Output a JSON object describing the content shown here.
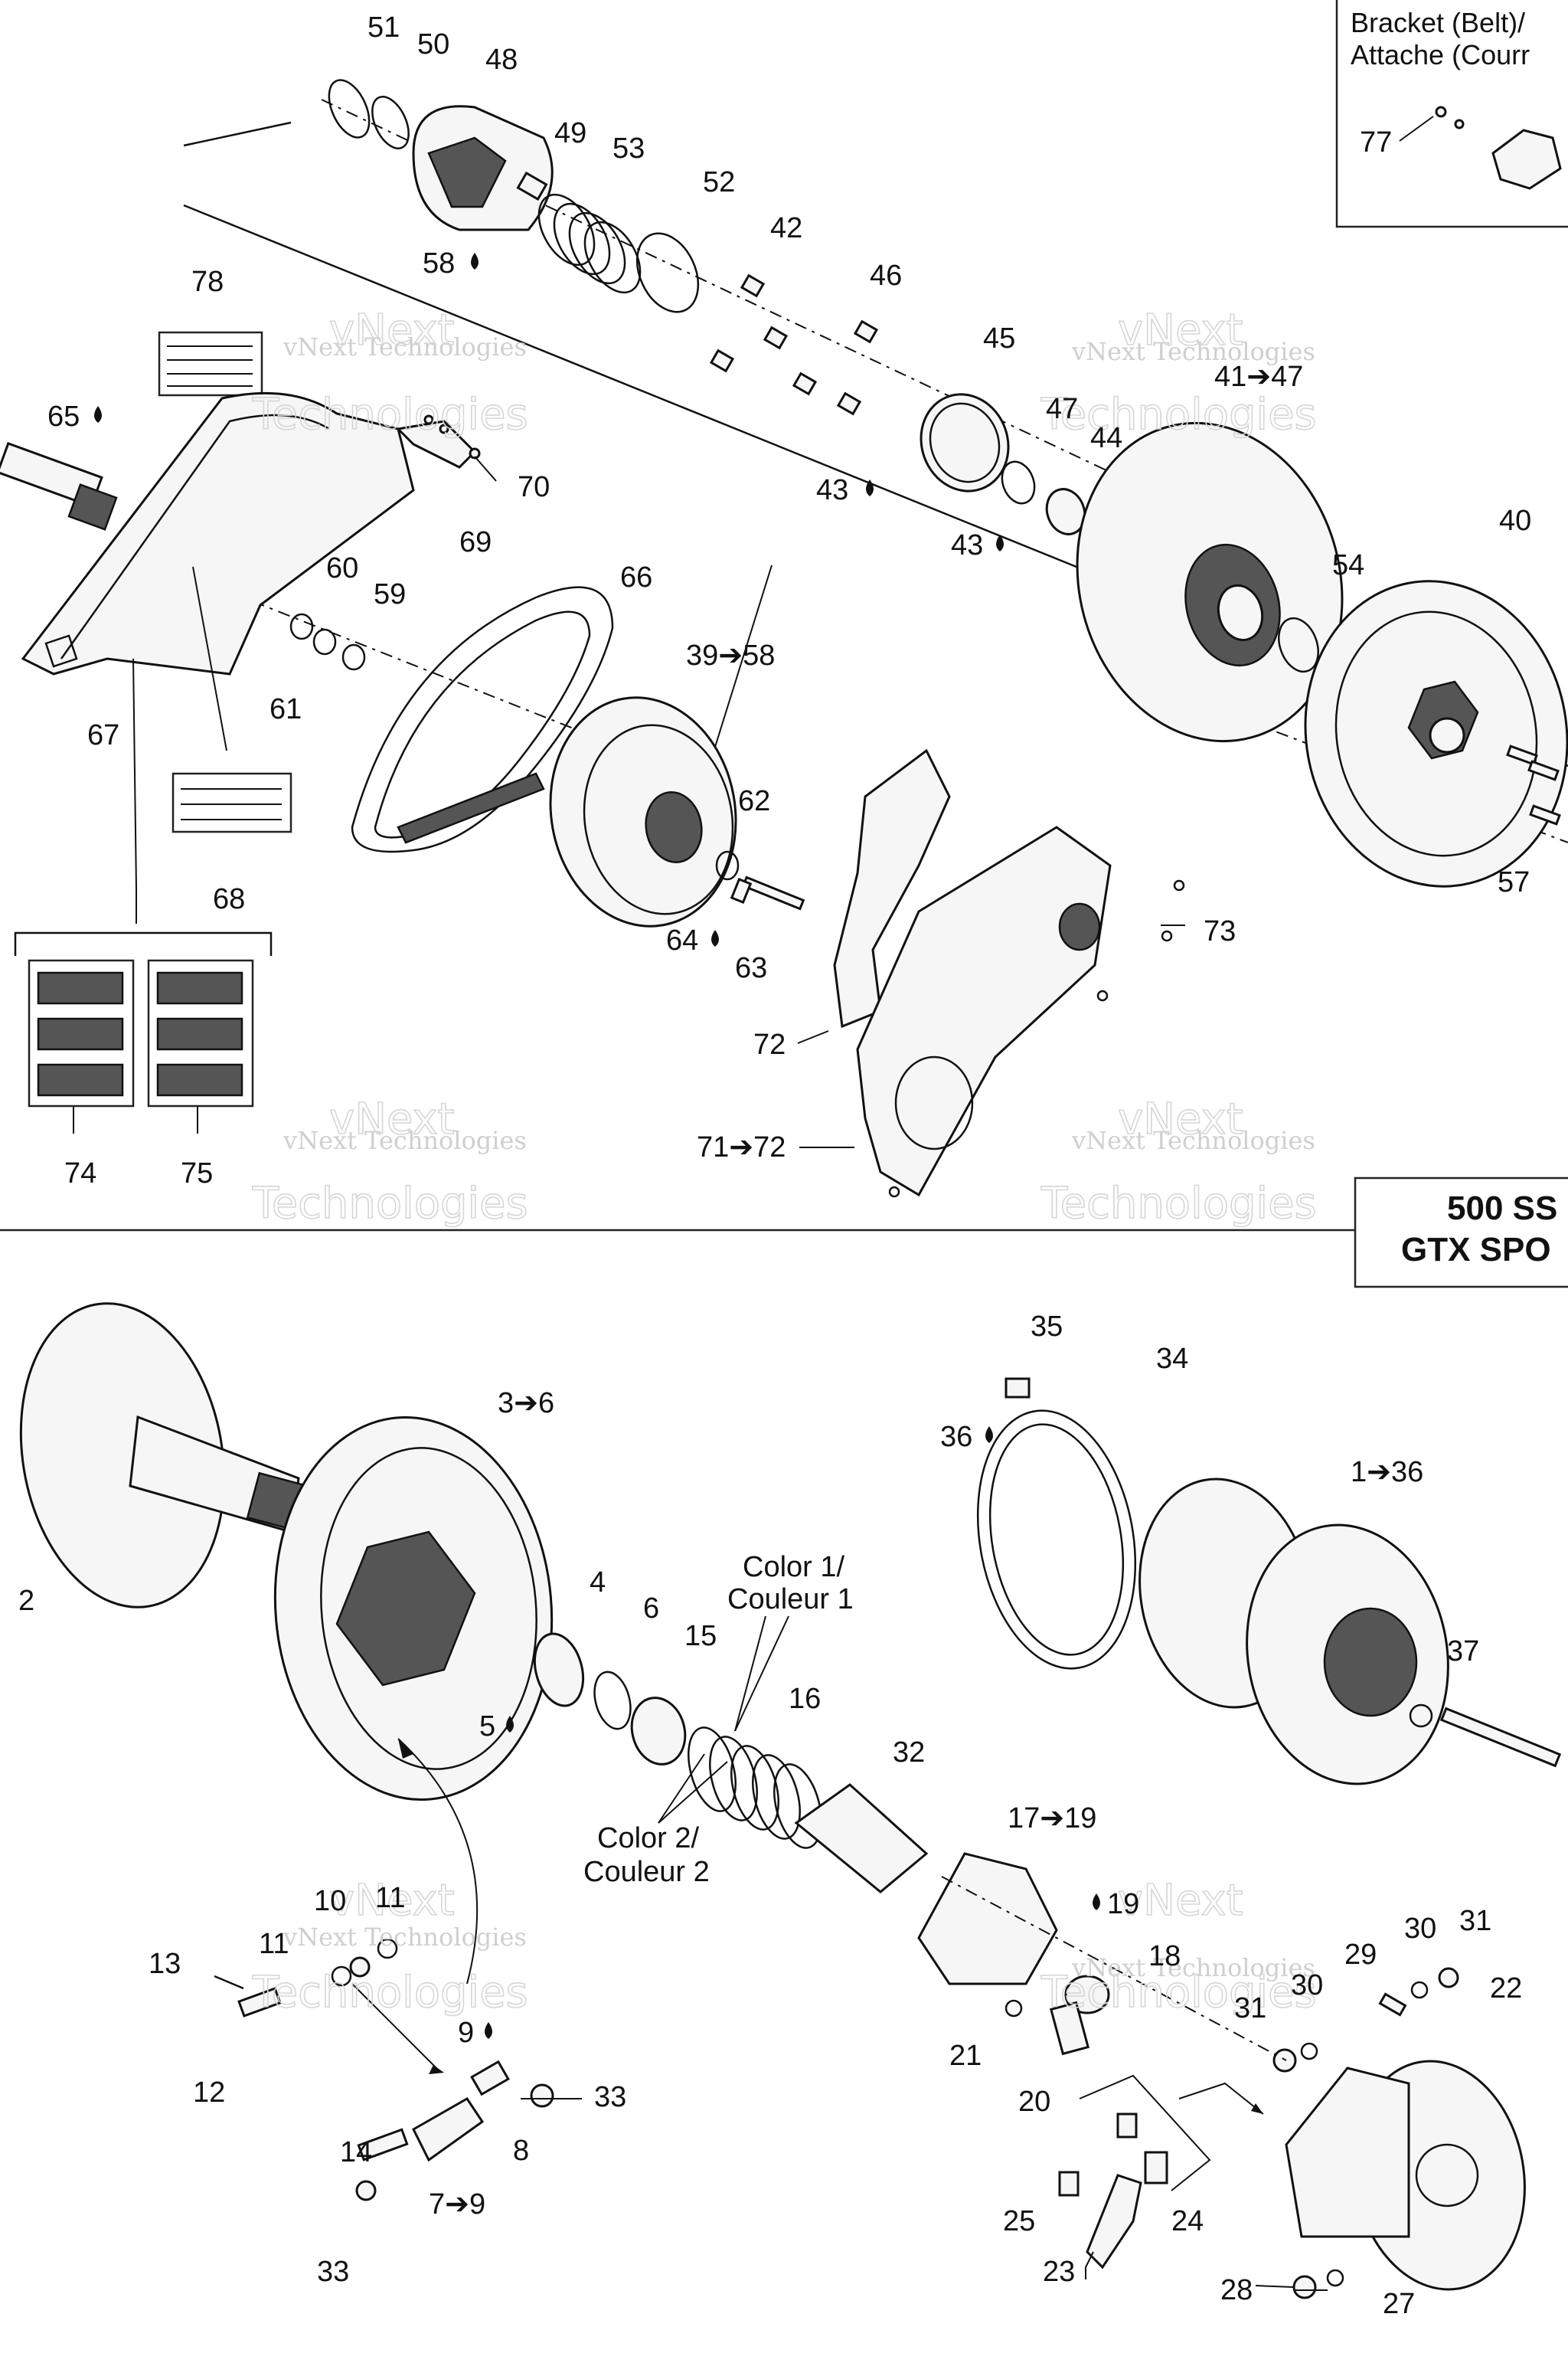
{
  "labels": {
    "n51": "51",
    "n50": "50",
    "n48": "48",
    "n49": "49",
    "n53": "53",
    "n52": "52",
    "n58": "58",
    "n42": "42",
    "n46": "46",
    "n45": "45",
    "n47": "47",
    "n44": "44",
    "n43a": "43",
    "n43b": "43",
    "n41_47": "41➔47",
    "n40": "40",
    "n54": "54",
    "n78": "78",
    "n65": "65",
    "n70": "70",
    "n69": "69",
    "n60": "60",
    "n59": "59",
    "n61": "61",
    "n66": "66",
    "n39_58": "39➔58",
    "n67": "67",
    "n62": "62",
    "n64": "64",
    "n63": "63",
    "n68": "68",
    "n72": "72",
    "n73": "73",
    "n57": "57",
    "n74": "74",
    "n75": "75",
    "n71_72": "71➔72",
    "n77": "77",
    "n35": "35",
    "n34": "34",
    "n36": "36",
    "n3_6": "3➔6",
    "n1_36": "1➔36",
    "n2": "2",
    "n4": "4",
    "n6": "6",
    "n15": "15",
    "n16": "16",
    "n37": "37",
    "n5": "5",
    "n32": "32",
    "n17_19": "17➔19",
    "n19": "19",
    "n18": "18",
    "n10": "10",
    "n11a": "11",
    "n11b": "11",
    "n13": "13",
    "n12": "12",
    "n9": "9",
    "n33a": "33",
    "n14": "14",
    "n8": "8",
    "n7_9": "7➔9",
    "n33b": "33",
    "n21": "21",
    "n20": "20",
    "n30a": "30",
    "n31a": "31",
    "n29": "29",
    "n22": "22",
    "n31b": "31",
    "n30b": "30",
    "n25": "25",
    "n24": "24",
    "n23": "23",
    "n28": "28",
    "n27": "27"
  },
  "color_labels": {
    "color1_line1": "Color 1/",
    "color1_line2": "Couleur 1",
    "color2_line1": "Color 2/",
    "color2_line2": "Couleur 2"
  },
  "bracket_box": {
    "line1": "Bracket (Belt)/",
    "line2": "Attache (Courr"
  },
  "model_box": {
    "line1": "500 SS",
    "line2": "GTX SPO"
  },
  "watermark": {
    "line1": "vNext Technologies",
    "line2": "vNext",
    "line3": "Technologies"
  },
  "colors": {
    "ink": "#111111",
    "watermark": "#cfcfcf",
    "background": "#ffffff"
  }
}
